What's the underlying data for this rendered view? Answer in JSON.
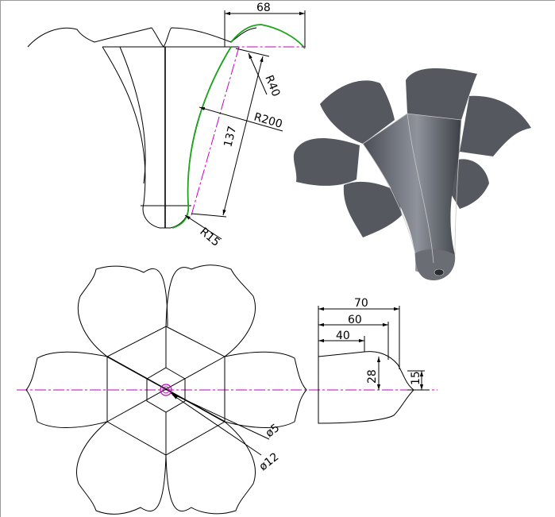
{
  "dimensions": {
    "front_width": "68",
    "front_tip_radius": "R40",
    "front_arc_radius": "R200",
    "front_height": "137",
    "front_foot_radius": "R15",
    "plan_inner_dia": "ø5",
    "plan_outer_dia": "ø12",
    "profile_width_70": "70",
    "profile_width_60": "60",
    "profile_width_40": "40",
    "profile_height_28": "28",
    "profile_height_15": "15"
  },
  "colors": {
    "centerline": "#c400c4",
    "highlight_arc": "#1aa51a",
    "solid_body": "#55585f"
  }
}
